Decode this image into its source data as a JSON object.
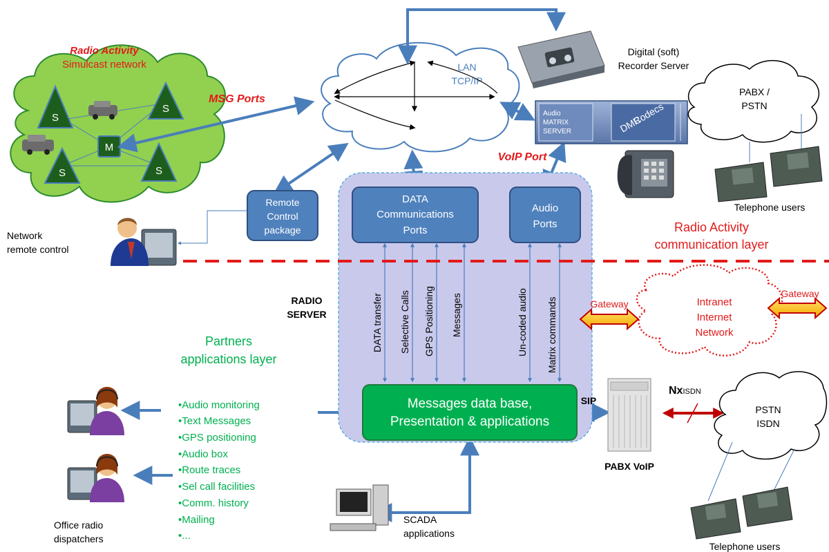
{
  "simulcast": {
    "title": "Radio Activity",
    "subtitle": "Simulcast network",
    "site_s": "S",
    "site_m": "M"
  },
  "msg_ports": "MSG Ports",
  "lan": {
    "line1": "LAN",
    "line2": "TCP/IP"
  },
  "recorder": {
    "line1": "Digital (soft)",
    "line2": "Recorder Server"
  },
  "audio_matrix": {
    "line1": "Audio",
    "line2": "MATRIX",
    "line3": "SERVER"
  },
  "dmr_codecs": {
    "line1": "DMR",
    "line2": "Codecs"
  },
  "pabx_pstn_top": {
    "line1": "PABX /",
    "line2": "PSTN"
  },
  "telephone_users_top": "Telephone users",
  "voip_port": "VoIP Port",
  "remote_control": {
    "line1": "Remote",
    "line2": "Control",
    "line3": "package"
  },
  "network_remote_control": {
    "line1": "Network",
    "line2": "remote control"
  },
  "data_ports": {
    "line1": "DATA",
    "line2": "Communications",
    "line3": "Ports"
  },
  "audio_ports": {
    "line1": "Audio",
    "line2": "Ports"
  },
  "comm_layer": {
    "line1": "Radio Activity",
    "line2": "communication layer"
  },
  "vertical_links": [
    "DATA  transfer",
    "Selective Calls",
    "GPS Positioning",
    "Messages",
    "Un-coded audio",
    "Matrix commands"
  ],
  "radio_server": {
    "line1": "RADIO",
    "line2": "SERVER"
  },
  "partners_layer": {
    "line1": "Partners",
    "line2": "applications layer"
  },
  "gateway": "Gateway",
  "intranet": {
    "line1": "Intranet",
    "line2": "Internet",
    "line3": "Network"
  },
  "messages_db": {
    "line1": "Messages data base,",
    "line2": "Presentation & applications"
  },
  "sip": "SIP",
  "nx": "Nx",
  "isdn_sub": "ISDN",
  "pstn_isdn": {
    "line1": "PSTN",
    "line2": "ISDN"
  },
  "pabx_voip": "PABX VoIP",
  "features": [
    "•Audio monitoring",
    "•Text Messages",
    "•GPS positioning",
    "•Audio box",
    "•Route traces",
    "•Sel call facilities",
    "•Comm. history",
    "•Mailing",
    "•..."
  ],
  "office_dispatchers": {
    "line1": "Office radio",
    "line2": "dispatchers"
  },
  "scada": {
    "line1": "SCADA",
    "line2": "applications"
  },
  "telephone_users_bottom": "Telephone users",
  "colors": {
    "arrow_blue": "#4a7ebb",
    "box_blue": "#4f81bd",
    "green_cloud": "#92d050",
    "db_green": "#00b050",
    "red": "#e31a1a",
    "server_fill": "#c9c9ec",
    "partners_green": "#00b050"
  }
}
